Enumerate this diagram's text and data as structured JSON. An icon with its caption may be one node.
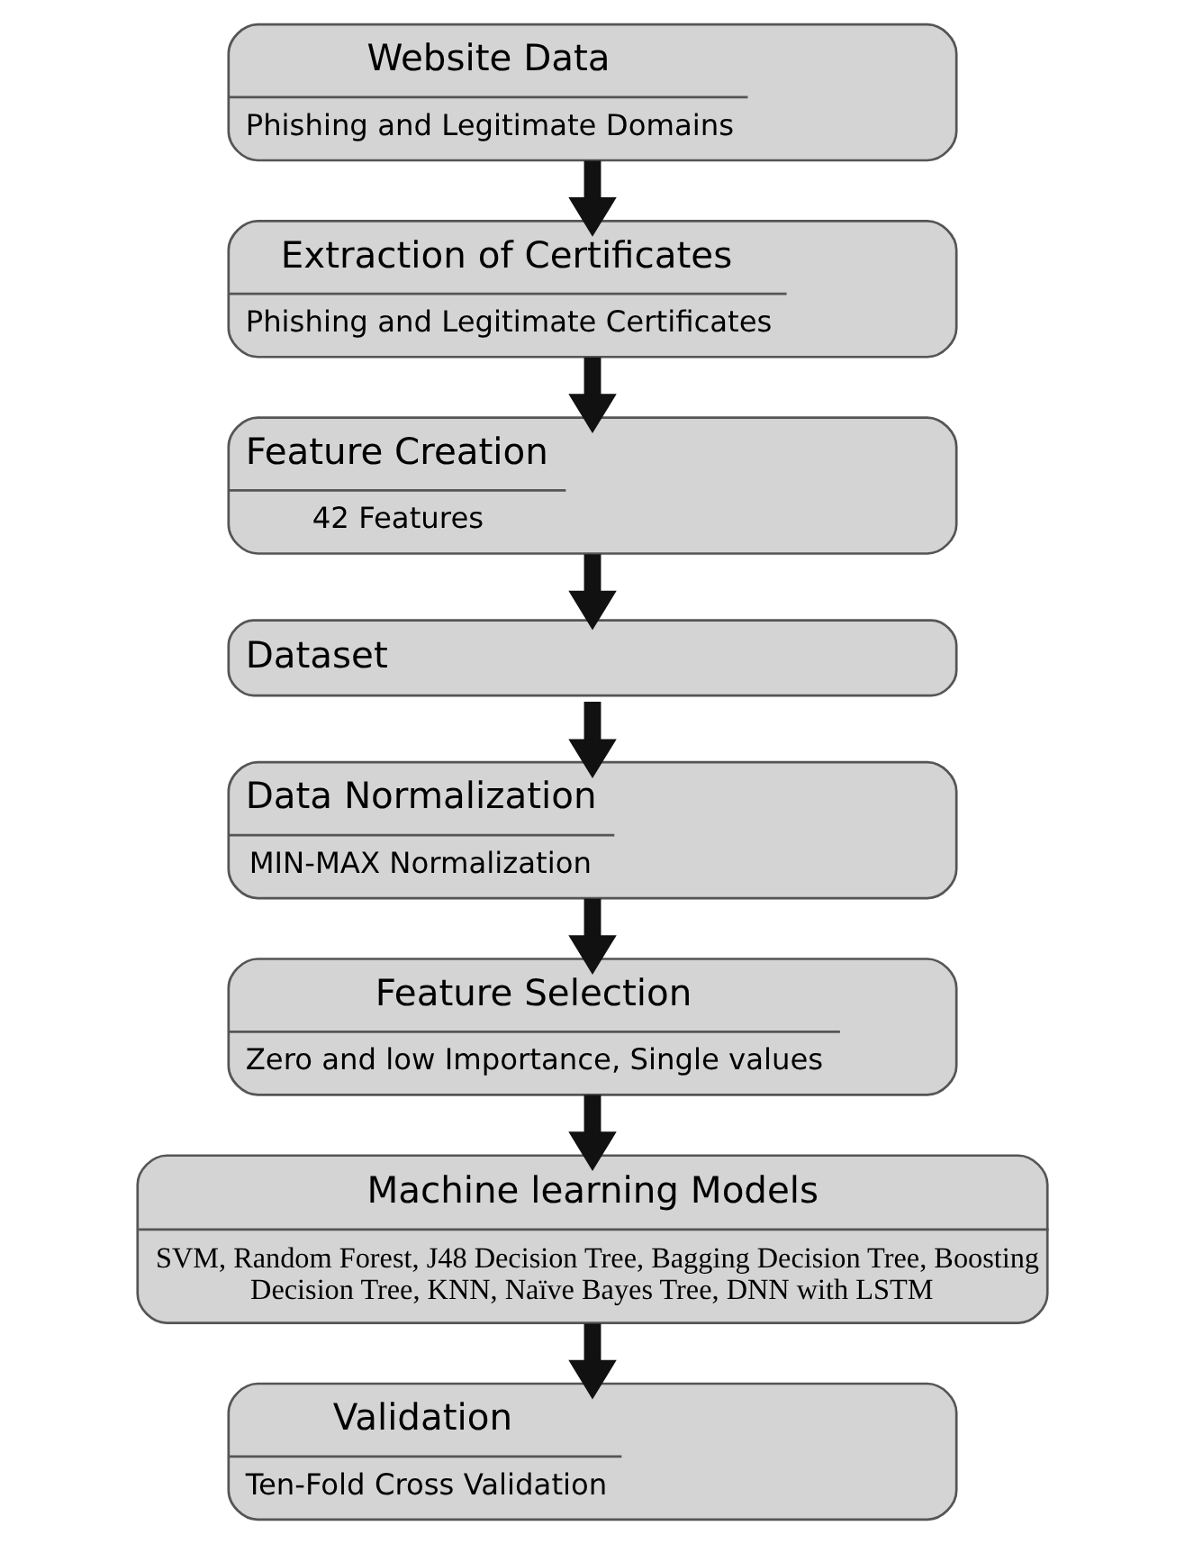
{
  "diagram": {
    "nodes": [
      {
        "text": [
          "Website Data",
          "Phishing and Legitimate Domains"
        ]
      },
      {
        "text": [
          "Extraction of Certificates",
          "Phishing and Legitimate Certificates"
        ]
      },
      {
        "text": [
          "Feature Creation",
          "42 Features"
        ]
      },
      {
        "text": [
          "Dataset"
        ]
      },
      {
        "text": [
          "Data Normalization",
          "MIN-MAX Normalization"
        ]
      },
      {
        "text": [
          "Feature Selection",
          "Zero and low Importance, Single values"
        ]
      },
      {
        "text": [
          "Machine learning Models",
          "SVM, Random Forest, J48 Decision Tree, Bagging Decision Tree, Boosting Decision Tree, KNN, Naïve Bayes Tree, DNN with LSTM"
        ]
      },
      {
        "text": [
          "Validation",
          "Ten-Fold Cross Validation"
        ]
      }
    ],
    "edges": [
      {
        "from": 0,
        "to": 1,
        "arrow": "to"
      },
      {
        "from": 1,
        "to": 2,
        "arrow": "to"
      },
      {
        "from": 2,
        "to": 3,
        "arrow": "to"
      },
      {
        "from": 3,
        "to": 4,
        "arrow": "to"
      },
      {
        "from": 4,
        "to": 5,
        "arrow": "to"
      },
      {
        "from": 5,
        "to": 6,
        "arrow": "to"
      },
      {
        "from": 6,
        "to": 7,
        "arrow": "to"
      }
    ]
  }
}
